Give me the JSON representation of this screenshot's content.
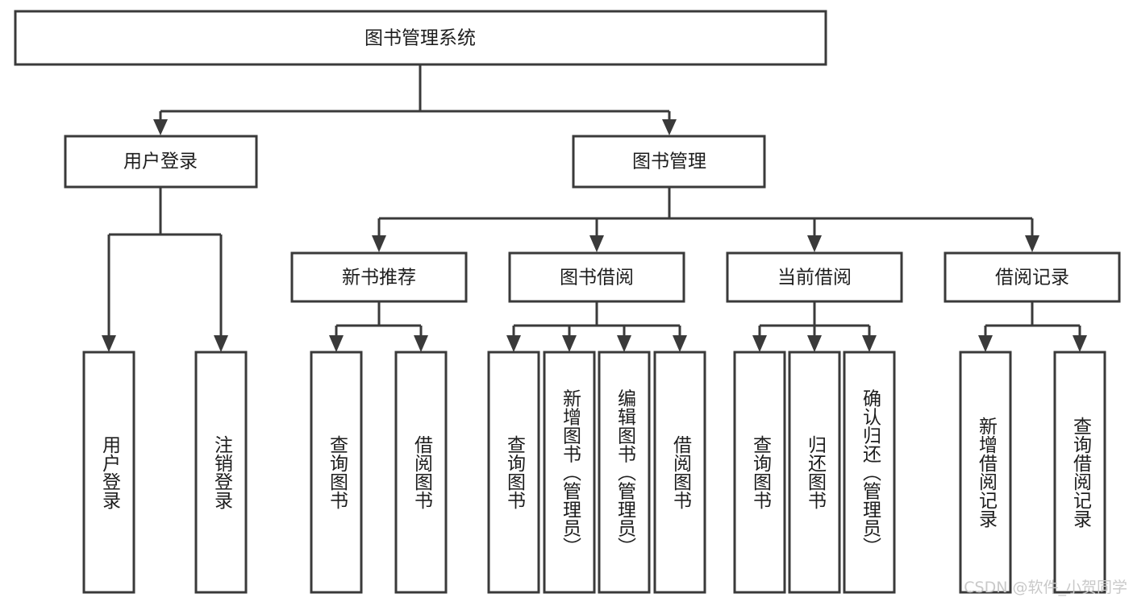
{
  "diagram": {
    "title": "图书管理系统",
    "type": "tree-hierarchy",
    "root": {
      "id": "root",
      "label": "图书管理系统",
      "orientation": "horizontal"
    },
    "level1": [
      {
        "id": "user-login",
        "label": "用户登录",
        "orientation": "horizontal"
      },
      {
        "id": "book-management",
        "label": "图书管理",
        "orientation": "horizontal"
      }
    ],
    "level2": [
      {
        "id": "new-book-recommend",
        "label": "新书推荐",
        "parent": "book-management",
        "orientation": "horizontal"
      },
      {
        "id": "book-borrow",
        "label": "图书借阅",
        "parent": "book-management",
        "orientation": "horizontal"
      },
      {
        "id": "current-borrow",
        "label": "当前借阅",
        "parent": "book-management",
        "orientation": "horizontal"
      },
      {
        "id": "borrow-record",
        "label": "借阅记录",
        "parent": "book-management",
        "orientation": "horizontal"
      }
    ],
    "leaves": [
      {
        "id": "leaf-user-login",
        "label": "用户登录",
        "parent": "user-login",
        "orientation": "vertical"
      },
      {
        "id": "leaf-logout",
        "label": "注销登录",
        "parent": "user-login",
        "orientation": "vertical"
      },
      {
        "id": "leaf-query-book-1",
        "label": "查询图书",
        "parent": "new-book-recommend",
        "orientation": "vertical"
      },
      {
        "id": "leaf-borrow-book-1",
        "label": "借阅图书",
        "parent": "new-book-recommend",
        "orientation": "vertical"
      },
      {
        "id": "leaf-query-book-2",
        "label": "查询图书",
        "parent": "book-borrow",
        "orientation": "vertical"
      },
      {
        "id": "leaf-add-book",
        "label": "新增图书（管理员）",
        "parent": "book-borrow",
        "orientation": "vertical"
      },
      {
        "id": "leaf-edit-book",
        "label": "编辑图书（管理员）",
        "parent": "book-borrow",
        "orientation": "vertical"
      },
      {
        "id": "leaf-borrow-book-2",
        "label": "借阅图书",
        "parent": "book-borrow",
        "orientation": "vertical"
      },
      {
        "id": "leaf-query-book-3",
        "label": "查询图书",
        "parent": "current-borrow",
        "orientation": "vertical"
      },
      {
        "id": "leaf-return-book",
        "label": "归还图书",
        "parent": "current-borrow",
        "orientation": "vertical"
      },
      {
        "id": "leaf-confirm-return",
        "label": "确认归还（管理员）",
        "parent": "current-borrow",
        "orientation": "vertical"
      },
      {
        "id": "leaf-add-record",
        "label": "新增借阅记录",
        "parent": "borrow-record",
        "orientation": "vertical"
      },
      {
        "id": "leaf-query-record",
        "label": "查询借阅记录",
        "parent": "borrow-record",
        "orientation": "vertical"
      }
    ],
    "colors": {
      "stroke": "#3a3a3a",
      "fill": "#ffffff",
      "text": "#1d1d1d",
      "watermark": "#c9c9c9",
      "background": "#ffffff"
    }
  },
  "watermark": {
    "text": "CSDN @软件_小贺同学"
  }
}
